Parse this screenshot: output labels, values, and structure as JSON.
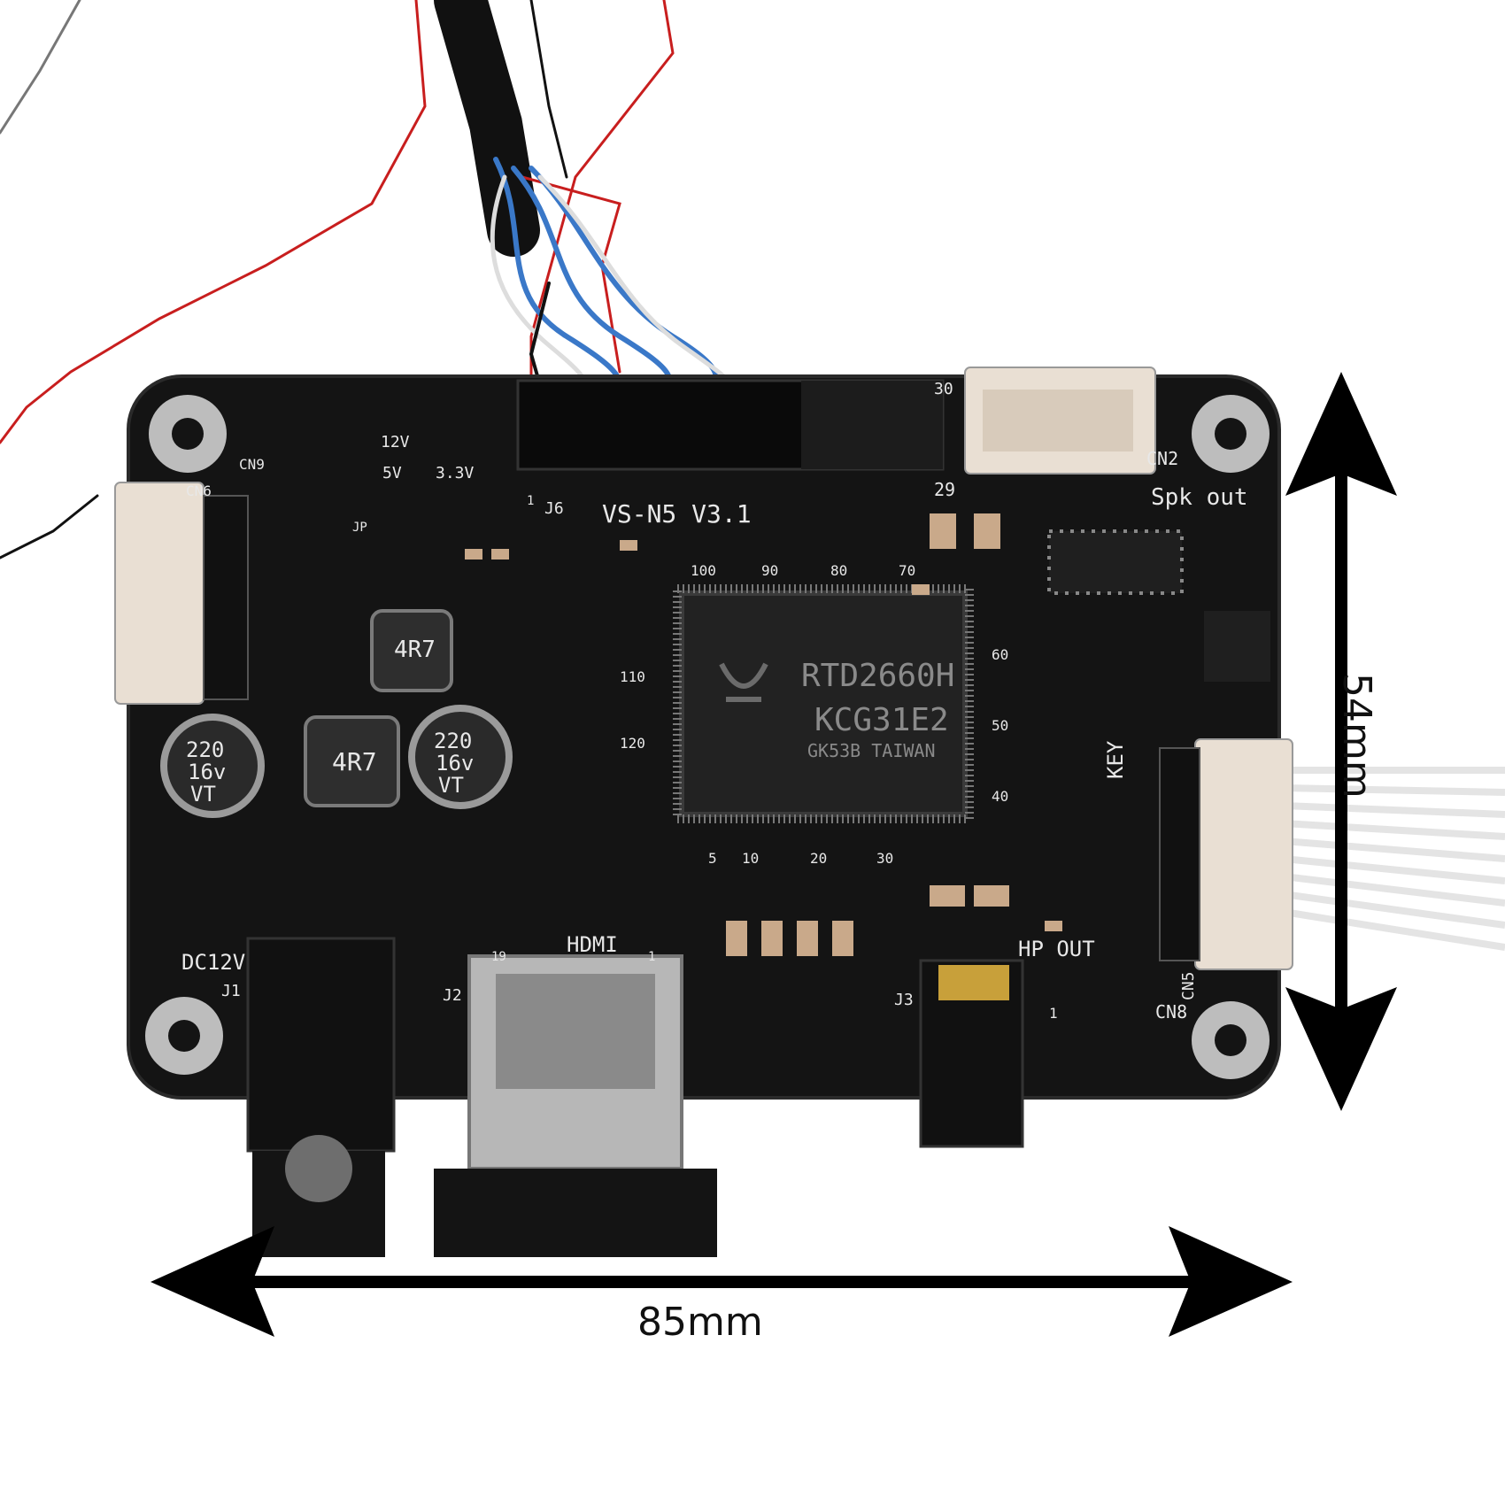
{
  "dimensions": {
    "width": "85mm",
    "height": "54mm"
  },
  "board": {
    "model": "VS-N5 V3.1",
    "main_chip": {
      "line1": "RTD2660H",
      "line2": "KCG31E2",
      "line3": "GK53B TAIWAN"
    },
    "silkscreen": {
      "cn2": "CN2",
      "spk_out": "Spk out",
      "cn6": "CN6",
      "cn9": "CN9",
      "j6": "J6",
      "jp": "JP",
      "v12": "12V",
      "v5": "5V",
      "v33": "3.3V",
      "pin1": "1",
      "pin29": "29",
      "pin30": "30",
      "key": "KEY",
      "cn5": "CN5",
      "cn8": "CN8",
      "hp_out": "HP OUT",
      "hdmi": "HDMI",
      "j1": "J1",
      "j2": "J2",
      "j3": "J3",
      "dc12v": "DC12V",
      "hdmi_19": "19",
      "hdmi_1": "1",
      "cn8_1": "1",
      "qfp_100": "100",
      "qfp_90": "90",
      "qfp_80": "80",
      "qfp_70": "70",
      "qfp_60": "60",
      "qfp_50": "50",
      "qfp_40": "40",
      "qfp_5": "5",
      "qfp_10": "10",
      "qfp_20b": "20",
      "qfp_30": "30",
      "qfp_110": "110",
      "qfp_120": "120"
    },
    "capacitors": [
      {
        "line1": "220",
        "line2": "16v",
        "line3": "VT"
      },
      {
        "line1": "220",
        "line2": "16v",
        "line3": "VT"
      }
    ],
    "inductors": [
      "4R7",
      "4R7"
    ]
  }
}
